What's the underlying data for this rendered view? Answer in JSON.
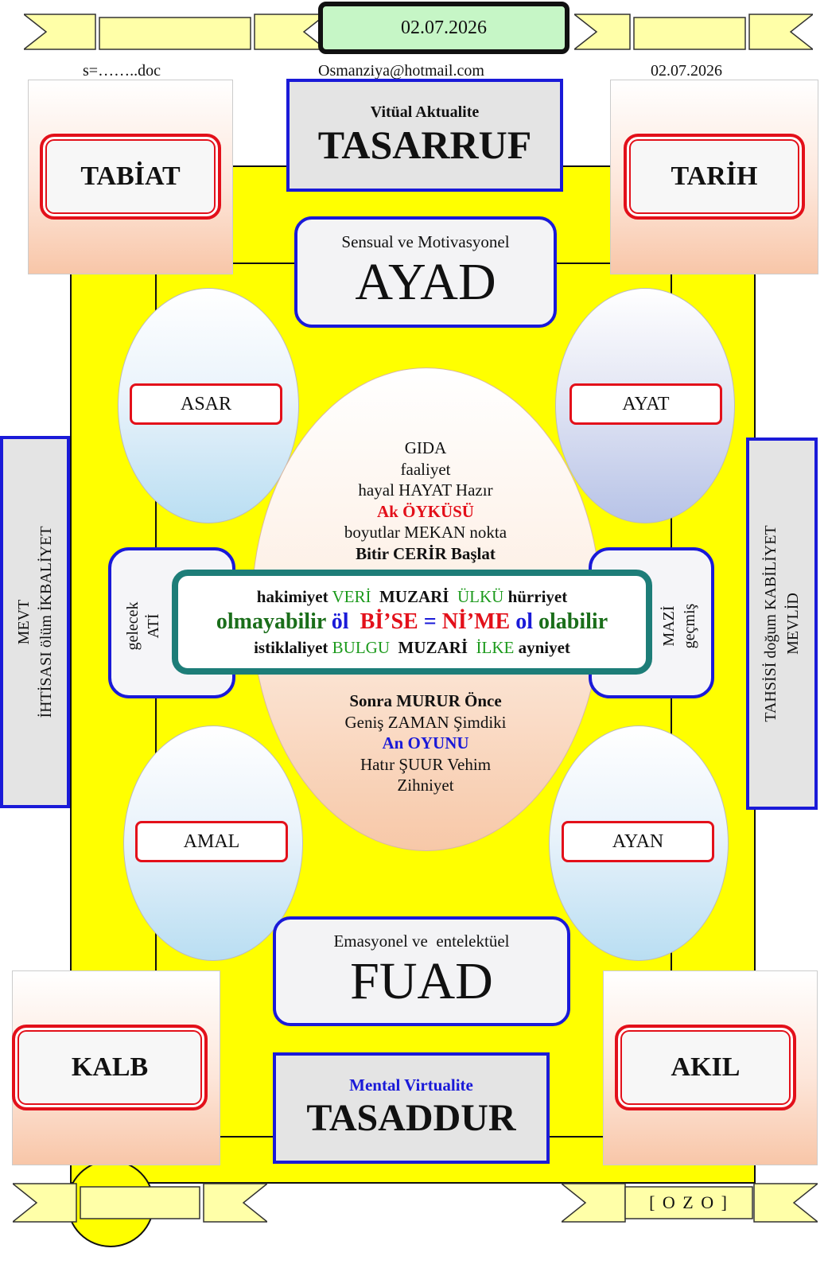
{
  "header": {
    "date_box": "02.07.2026",
    "left_meta": "s=……..doc",
    "email": "Osmanziya@hotmail.com",
    "right_date": "02.07.2026"
  },
  "top": {
    "tasarruf_sub": "Vitüal Aktualite",
    "tasarruf": "TASARRUF",
    "ayad_sub": "Sensual ve Motivasyonel",
    "ayad": "AYAD"
  },
  "corners": {
    "tabiat": "TABİAT",
    "tarih": "TARİH",
    "kalb": "KALB",
    "akil": "AKIL"
  },
  "ellipses": {
    "asar": "ASAR",
    "ayat": "AYAT",
    "amal": "AMAL",
    "ayan": "AYAN"
  },
  "center_top": {
    "l1": "GIDA",
    "l2": "faaliyet",
    "l3": "hayal HAYAT Hazır",
    "l4": "Ak ÖYKÜSÜ",
    "l5": "boyutlar MEKAN nokta",
    "l6": "Bitir CERİR Başlat"
  },
  "center_bottom": {
    "l1": "Sonra MURUR Önce",
    "l2": "Geniş ZAMAN Şimdiki",
    "l3": "An OYUNU",
    "l4": "Hatır ŞUUR Vehim",
    "l5": "Zihniyet"
  },
  "banner": {
    "r1_a": "hakimiyet",
    "r1_b": "VERİ",
    "r1_c": "MUZARİ",
    "r1_d": "ÜLKÜ",
    "r1_e": "hürriyet",
    "r2_a": "olmayabilir",
    "r2_b": "öl",
    "r2_c": "Bİ’SE",
    "r2_d": "=",
    "r2_e": "Nİ’ME",
    "r2_f": "ol",
    "r2_g": "olabilir",
    "r3_a": "istiklaliyet",
    "r3_b": "BULGU",
    "r3_c": "MUZARİ",
    "r3_d": "İLKE",
    "r3_e": "ayniyet"
  },
  "side_tabs": {
    "left_l1": "gelecek",
    "left_l2": "ATİ",
    "right_l1": "MAZİ",
    "right_l2": "geçmiş"
  },
  "side_panels": {
    "left_l1": "MEVT",
    "left_l2": "İHTİSASI ölüm İKBALİYET",
    "right_l1": "TAHSİSİ doğum KABİLİYET",
    "right_l2": "MEVLİD"
  },
  "bottom": {
    "fuad_sub": "Emasyonel ve  entelektüel",
    "fuad": "FUAD",
    "tasaddur_sub": "Mental Virtualite",
    "tasaddur": "TASADDUR",
    "ozo": "[ O Z O ]"
  },
  "colors": {
    "field": "#ffff00",
    "blue_border": "#1a1ad8",
    "red_border": "#e3101a",
    "teal_border": "#1d7d78",
    "date_fill": "#c6f6c6"
  }
}
